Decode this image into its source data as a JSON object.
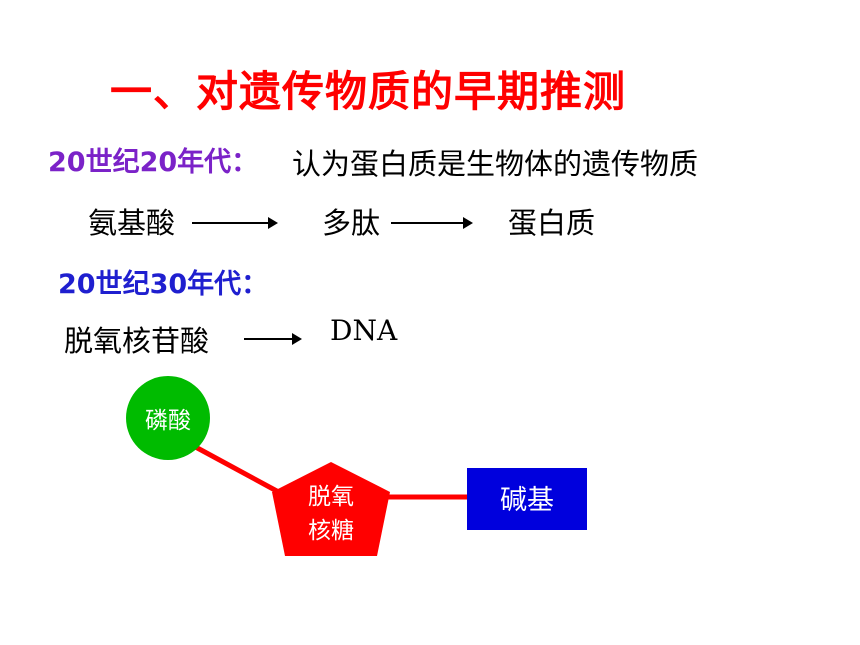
{
  "title": "一、对遗传物质的早期推测",
  "era_1920s": {
    "label": "20世纪20年代：",
    "description": "认为蛋白质是生物体的遗传物质",
    "chain": [
      "氨基酸",
      "多肽",
      "蛋白质"
    ]
  },
  "era_1930s": {
    "label": "20世纪30年代：",
    "chain": [
      "脱氧核苷酸",
      "DNA"
    ]
  },
  "nucleotide": {
    "phosphate": "磷酸",
    "sugar_line1": "脱氧",
    "sugar_line2": "核糖",
    "base": "碱基",
    "colors": {
      "phosphate": "#00bb00",
      "sugar": "#ff0000",
      "base": "#0000dd",
      "bond": "#ff0000"
    }
  }
}
